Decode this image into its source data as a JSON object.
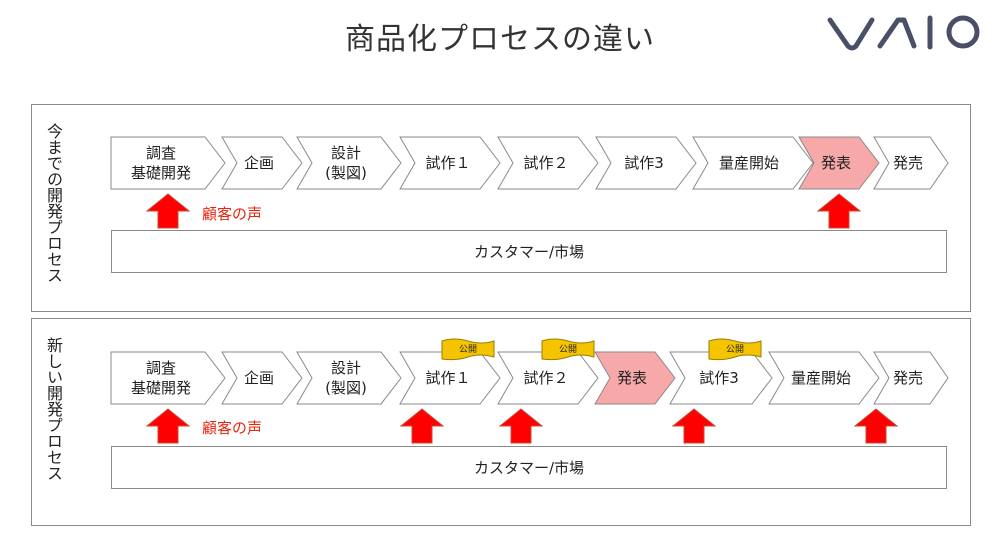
{
  "title": "商品化プロセスの違い",
  "logo": {
    "text": "VAIO",
    "icon": "vaio-logo"
  },
  "colors": {
    "highlight": "#f7a8a8",
    "arrow": "#ff0000",
    "arrow_border": "#c84a3a",
    "flag": "#f5c400",
    "voice": "#e8240c"
  },
  "old_process": {
    "label": "今までの開発プロセス",
    "steps": [
      "調査\n基礎開発",
      "企画",
      "設計\n(製図)",
      "試作１",
      "試作２",
      "試作3",
      "量産開始",
      "発表",
      "発売"
    ],
    "voice_label": "顧客の声",
    "market_label": "カスタマー/市場"
  },
  "new_process": {
    "label": "新しい開発プロセス",
    "steps": [
      "調査\n基礎開発",
      "企画",
      "設計\n(製図)",
      "試作１",
      "試作２",
      "発表",
      "試作3",
      "量産開始",
      "発売"
    ],
    "voice_label": "顧客の声",
    "flag_label": "公開",
    "market_label": "カスタマー/市場"
  }
}
